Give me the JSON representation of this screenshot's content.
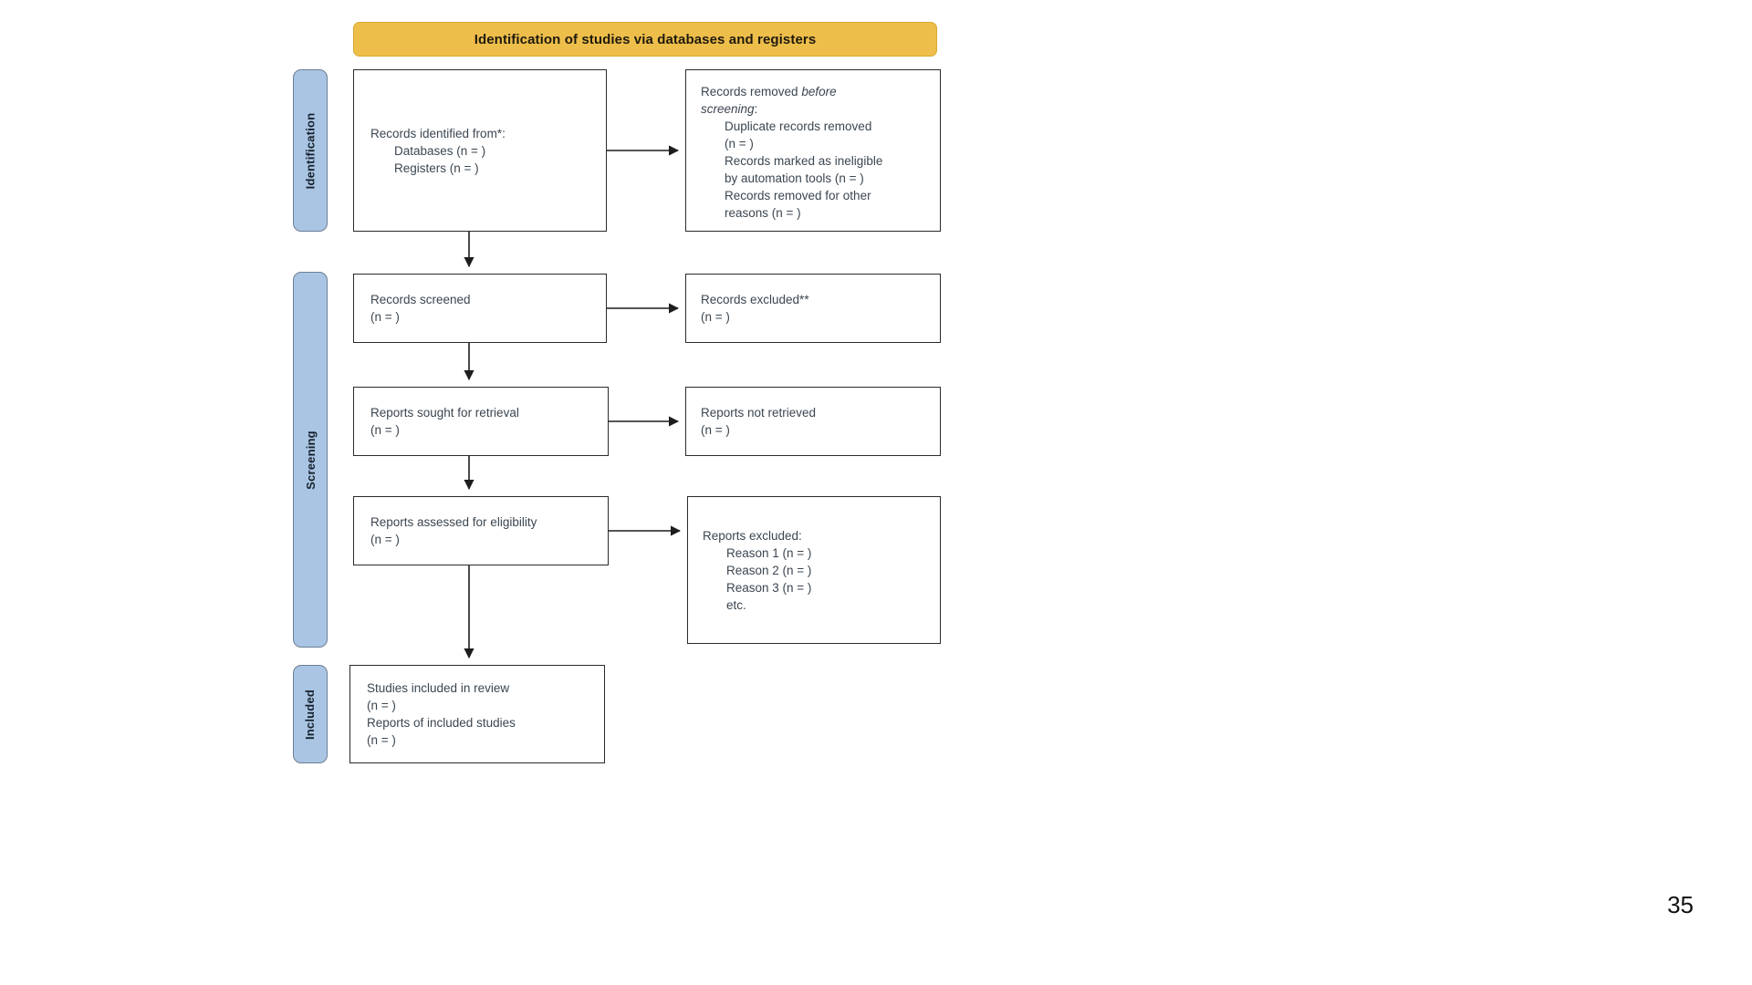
{
  "page": {
    "page_number": "35",
    "background_color": "#ffffff"
  },
  "banner": {
    "label": "Identification of studies via databases and registers",
    "fill_color": "#eebe4b",
    "text_color": "#1f1a0d"
  },
  "rails": {
    "fill_color": "#a9c5e3",
    "border_color": "#6d7f95",
    "items": [
      {
        "label": "Identification"
      },
      {
        "label": "Screening"
      },
      {
        "label": "Included"
      }
    ]
  },
  "boxes": {
    "records_identified": {
      "line1": "Records identified from*:",
      "line2": "Databases (n = )",
      "line3": "Registers (n = )"
    },
    "records_removed": {
      "line1": "Records removed",
      "line1_italic": "before",
      "line2_italic": "screening",
      "line2_tail": ":",
      "line3": "Duplicate records removed",
      "line4": "(n = )",
      "line5": "Records marked as ineligible",
      "line6": "by automation tools (n = )",
      "line7": "Records removed for other",
      "line8": "reasons (n = )"
    },
    "records_screened": {
      "line1": "Records screened",
      "line2": "(n = )"
    },
    "records_excluded": {
      "line1": "Records excluded**",
      "line2": "(n = )"
    },
    "reports_sought": {
      "line1": "Reports sought for retrieval",
      "line2": "(n = )"
    },
    "reports_not_retrieved": {
      "line1": "Reports not retrieved",
      "line2": "(n = )"
    },
    "reports_assessed": {
      "line1": "Reports assessed for eligibility",
      "line2": "(n = )"
    },
    "reports_excluded": {
      "line1": "Reports excluded:",
      "line2": "Reason 1 (n = )",
      "line3": "Reason 2 (n = )",
      "line4": "Reason 3 (n = )",
      "line5": "etc."
    },
    "studies_included": {
      "line1": "Studies included in review",
      "line2": "(n = )",
      "line3": "Reports of included studies",
      "line4": "(n = )"
    }
  }
}
